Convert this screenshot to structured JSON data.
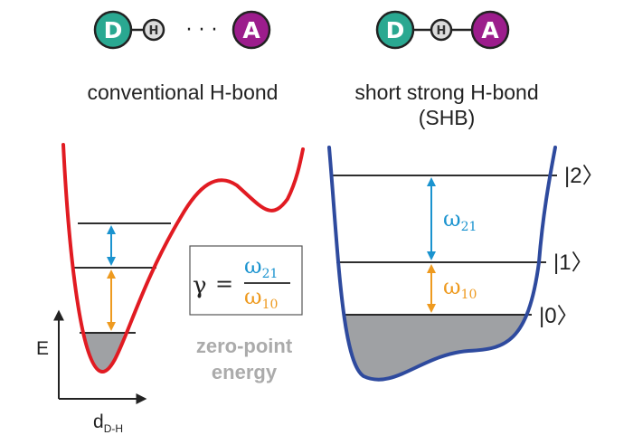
{
  "colors": {
    "donor": "#2aa891",
    "acceptor": "#9c1d8c",
    "hydrogen": "#dcdcdc",
    "conventional_curve": "#e11b22",
    "shb_curve": "#2e4a9e",
    "omega21": "#1a93cf",
    "omega10": "#ee9a1f",
    "zpe_fill": "#9fa1a4",
    "zpe_text": "#ababab"
  },
  "molecules": {
    "left": {
      "donor": "D",
      "hydrogen": "H",
      "acceptor": "A",
      "dots": "· · ·"
    },
    "right": {
      "donor": "D",
      "hydrogen": "H",
      "acceptor": "A"
    }
  },
  "titles": {
    "left": "conventional H-bond",
    "right_line1": "short strong H-bond",
    "right_line2": "(SHB)"
  },
  "axes": {
    "y_label": "E",
    "x_label": "d",
    "x_label_sub": "D-H"
  },
  "formula": {
    "gamma": "γ",
    "equals": "=",
    "omega": "ω",
    "sub_top": "21",
    "sub_bottom": "10"
  },
  "annotations": {
    "zpe_line1": "zero-point",
    "zpe_line2": "energy",
    "omega21": "ω",
    "omega21_sub": "21",
    "omega10": "ω",
    "omega10_sub": "10"
  },
  "states": {
    "s2": "|2〉",
    "s1": "|1〉",
    "s0": "|0〉"
  }
}
